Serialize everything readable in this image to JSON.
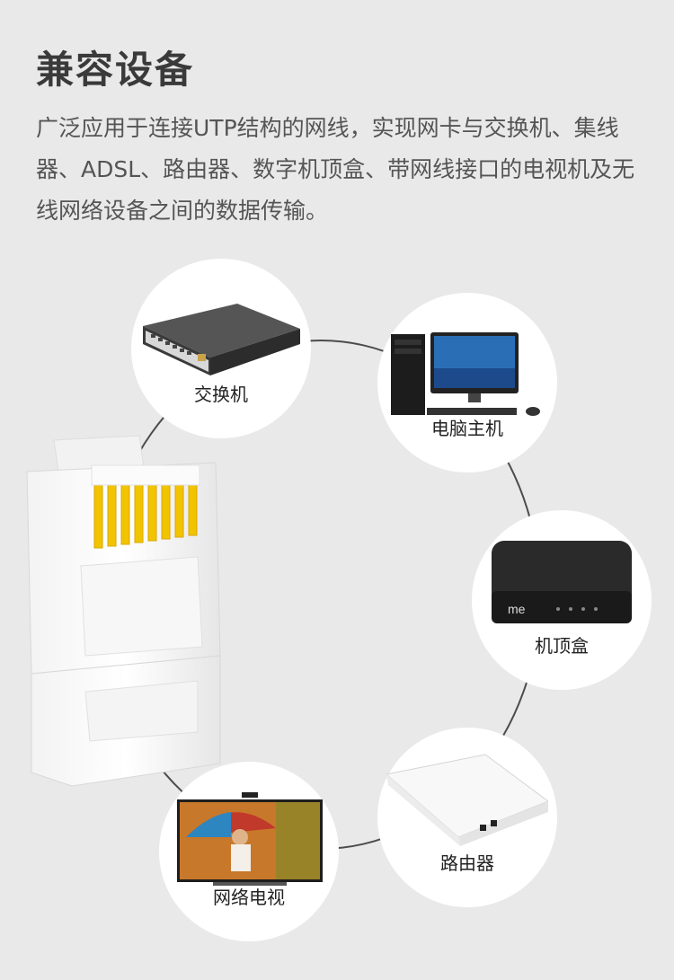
{
  "title": "兼容设备",
  "description": "广泛应用于连接UTP结构的网线，实现网卡与交换机、集线器、ADSL、路由器、数字机顶盒、带网线接口的电视机及无线网络设备之间的数据传输。",
  "devices": [
    {
      "label": "交换机"
    },
    {
      "label": "电脑主机"
    },
    {
      "label": "机顶盒"
    },
    {
      "label": "路由器"
    },
    {
      "label": "网络电视"
    }
  ],
  "colors": {
    "background": "#e9e9e9",
    "title": "#3a3a3a",
    "text": "#555555",
    "ring": "#4c4c4c",
    "contacts": "#f2c400"
  }
}
